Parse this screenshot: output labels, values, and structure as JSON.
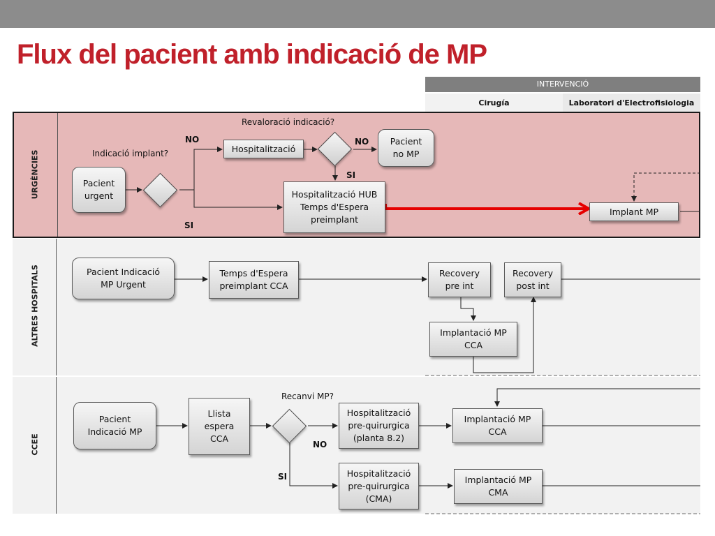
{
  "title": "Flux del pacient amb indicació de MP",
  "header": {
    "intervencio": "INTERVENCIÓ",
    "col1": "Cirugía",
    "col2": "Laboratori d'Electrofisiologia"
  },
  "lanes": {
    "urgencies": "URGÈNCIES",
    "altres": "ALTRES HOSPITALS",
    "ccee": "CCEE"
  },
  "nodes": {
    "pacient_urgent": "Pacient\nurgent",
    "hospitalitzacio": "Hospitalització",
    "pacient_no_mp": "Pacient\nno MP",
    "hosp_hub": "Hospitalització HUB\nTemps d'Espera\npreimplant",
    "implant_mp": "Implant MP",
    "pacient_ind_urgent": "Pacient Indicació\nMP Urgent",
    "temps_espera_cca": "Temps d'Espera\npreimplant   CCA",
    "recovery_pre": "Recovery\npre int",
    "recovery_post": "Recovery\npost int",
    "implantacio_cca_alt": "Implantació MP\nCCA",
    "pacient_ind_mp": "Pacient\nIndicació MP",
    "llista_espera": "Llista\nespera\nCCA",
    "hosp_planta": "Hospitalització\npre-quirurgica\n(planta 8.2)",
    "hosp_cma": "Hospitalització\npre-quirurgica\n(CMA)",
    "implantacio_cca": "Implantació MP\nCCA",
    "implantacio_cma": "Implantació MP\nCMA"
  },
  "labels": {
    "indicacio_implant": "Indicació implant?",
    "revaloracio": "Revaloració indicació?",
    "recanvi": "Recanvi MP?",
    "no_1": "NO",
    "si_1": "SI",
    "no_2": "NO",
    "si_2": "SI",
    "no_3": "NO",
    "si_3": "SI"
  },
  "colors": {
    "title": "#c0202a",
    "urgencies_lane": "#e6b8b8",
    "highlight_arrow": "#e60000"
  }
}
